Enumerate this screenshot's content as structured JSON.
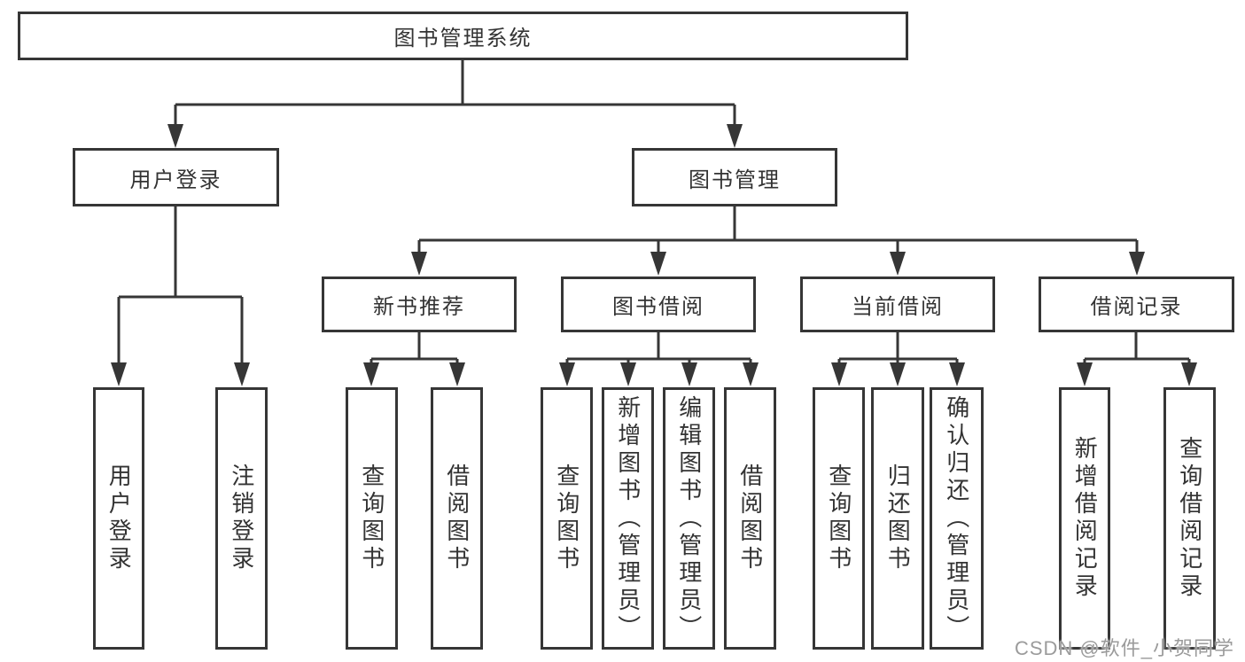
{
  "diagram": {
    "root": "图书管理系统",
    "level2": [
      "用户登录",
      "图书管理"
    ],
    "level3": [
      "新书推荐",
      "图书借阅",
      "当前借阅",
      "借阅记录"
    ],
    "leaves": {
      "user": [
        "用户登录",
        "注销登录"
      ],
      "recommend": [
        "查询图书",
        "借阅图书"
      ],
      "borrow": [
        "查询图书",
        "新增图书（管理员）",
        "编辑图书（管理员）",
        "借阅图书"
      ],
      "current": [
        "查询图书",
        "归还图书",
        "确认归还（管理员）"
      ],
      "records": [
        "新增借阅记录",
        "查询借阅记录"
      ]
    }
  },
  "watermark": {
    "text": "CSDN @软件_小贺同学"
  },
  "colors": {
    "line": "#363636",
    "text": "#333333",
    "watermark": "#9b9b9b",
    "background": "#ffffff"
  }
}
